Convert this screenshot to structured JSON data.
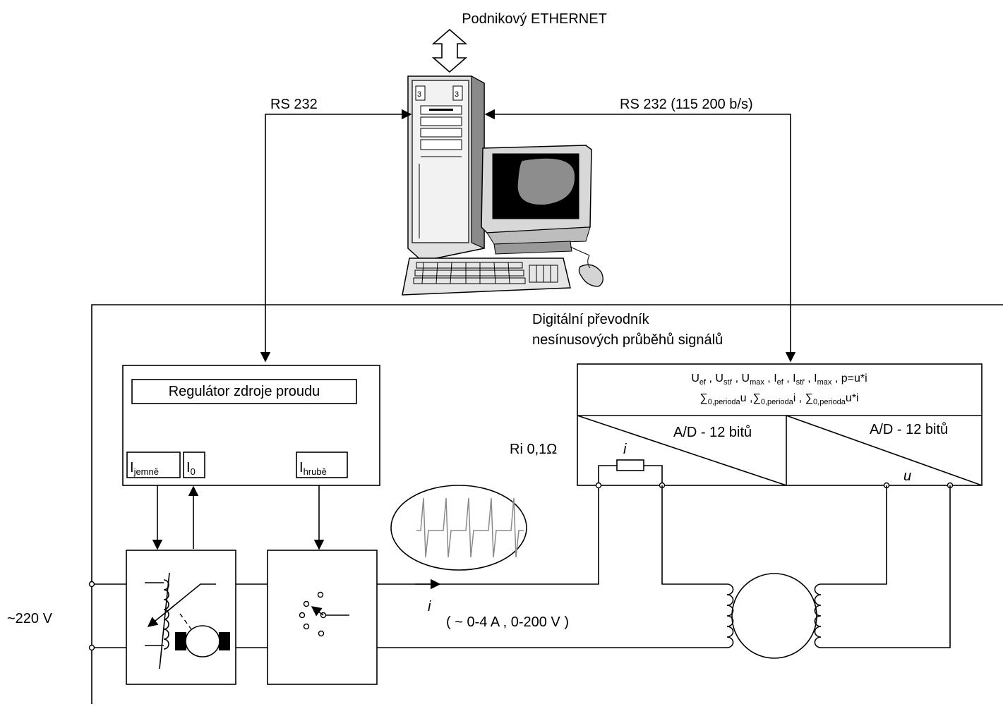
{
  "labels": {
    "ethernet": "Podnikový ETHERNET",
    "rs232_left": "RS 232",
    "rs232_right": "RS 232 (115 200 b/s)",
    "converter_line1": "Digitální převodník",
    "converter_line2": "nesínusových průběhů signálů",
    "regulator_title": "Regulátor zdroje proudu",
    "i_fine": "I",
    "i_fine_sub": "jemně",
    "i_zero": "I",
    "i_zero_sub": "0",
    "i_coarse": "I",
    "i_coarse_sub": "hrubě",
    "ad_left": "A/D - 12 bitů",
    "ad_right": "A/D - 12 bitů",
    "ri": "Ri  0,1Ω",
    "current_i_top": "i",
    "voltage_u": "u",
    "current_i_bottom": "i",
    "range": "( ~ 0-4 A , 0-200 V )",
    "mains": "~220 V"
  },
  "formula_line1": [
    {
      "t": "U",
      "s": "ef"
    },
    {
      "t": " , U",
      "s": "stř"
    },
    {
      "t": " , U",
      "s": "max"
    },
    {
      "t": " , I",
      "s": "ef"
    },
    {
      "t": " , I",
      "s": "stř"
    },
    {
      "t": " , I",
      "s": "max"
    },
    {
      "t": " , p=u*i",
      "s": ""
    }
  ],
  "formula_line2": [
    {
      "t": "∑",
      "s": "0,perioda"
    },
    {
      "t": "u ,∑",
      "s": "0,perioda"
    },
    {
      "t": "i , ∑",
      "s": "0,perioda"
    },
    {
      "t": "u*i",
      "s": ""
    }
  ]
}
